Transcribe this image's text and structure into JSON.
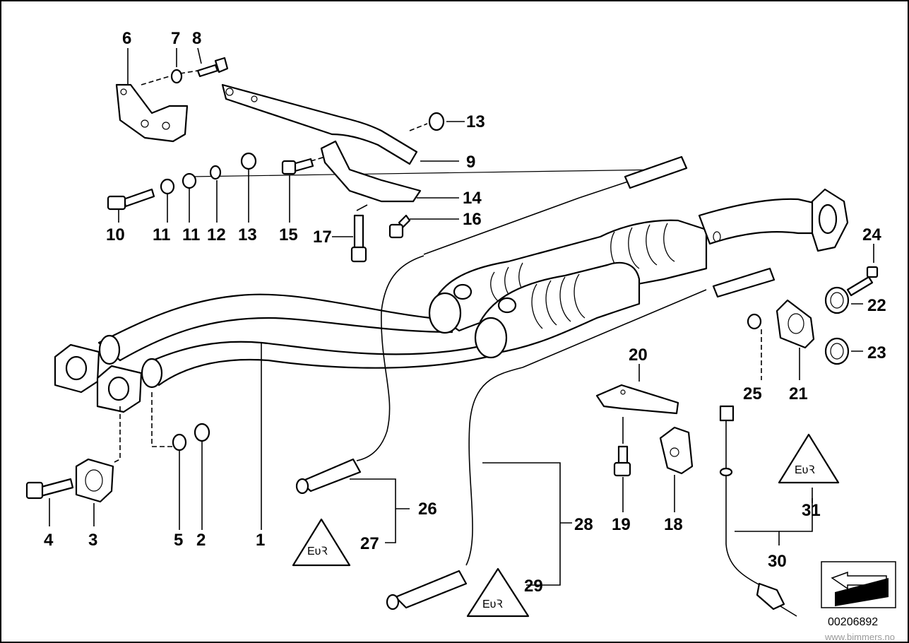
{
  "diagram": {
    "callouts": {
      "c1": "1",
      "c2": "2",
      "c3": "3",
      "c4": "4",
      "c5": "5",
      "c6": "6",
      "c7": "7",
      "c8": "8",
      "c9": "9",
      "c10": "10",
      "c11a": "11",
      "c11b": "11",
      "c12": "12",
      "c13a": "13",
      "c13b": "13",
      "c14": "14",
      "c15": "15",
      "c16": "16",
      "c17": "17",
      "c18": "18",
      "c19": "19",
      "c20": "20",
      "c21": "21",
      "c22": "22",
      "c23": "23",
      "c24": "24",
      "c25": "25",
      "c26": "26",
      "c27": "27",
      "c28": "28",
      "c29": "29",
      "c30": "30",
      "c31": "31"
    },
    "diagram_id": "00206892",
    "watermark": "www.bimmers.no"
  }
}
